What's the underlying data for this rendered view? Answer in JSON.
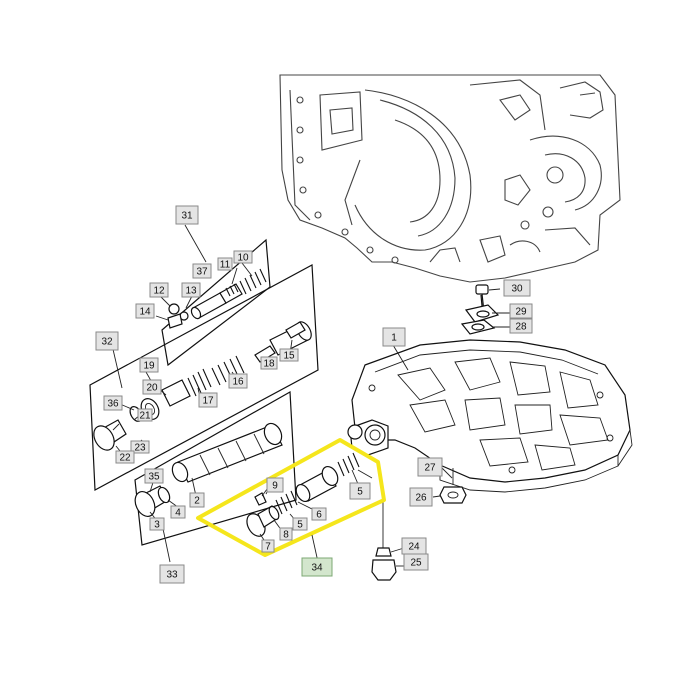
{
  "diagram": {
    "highlight_color": "#f5e61c",
    "labels": [
      {
        "id": "31",
        "text": "31"
      },
      {
        "id": "37",
        "text": "37"
      },
      {
        "id": "11",
        "text": "11"
      },
      {
        "id": "10",
        "text": "10"
      },
      {
        "id": "12",
        "text": "12"
      },
      {
        "id": "13",
        "text": "13"
      },
      {
        "id": "14",
        "text": "14"
      },
      {
        "id": "32",
        "text": "32"
      },
      {
        "id": "19",
        "text": "19"
      },
      {
        "id": "20",
        "text": "20"
      },
      {
        "id": "15",
        "text": "15"
      },
      {
        "id": "18",
        "text": "18"
      },
      {
        "id": "16",
        "text": "16"
      },
      {
        "id": "36",
        "text": "36"
      },
      {
        "id": "17",
        "text": "17"
      },
      {
        "id": "21",
        "text": "21"
      },
      {
        "id": "23",
        "text": "23"
      },
      {
        "id": "22",
        "text": "22"
      },
      {
        "id": "35",
        "text": "35"
      },
      {
        "id": "2",
        "text": "2"
      },
      {
        "id": "4",
        "text": "4"
      },
      {
        "id": "3",
        "text": "3"
      },
      {
        "id": "9",
        "text": "9"
      },
      {
        "id": "6",
        "text": "6"
      },
      {
        "id": "5a",
        "text": "5"
      },
      {
        "id": "5b",
        "text": "5"
      },
      {
        "id": "8",
        "text": "8"
      },
      {
        "id": "7",
        "text": "7"
      },
      {
        "id": "33",
        "text": "33"
      },
      {
        "id": "34",
        "text": "34"
      },
      {
        "id": "1",
        "text": "1"
      },
      {
        "id": "30",
        "text": "30"
      },
      {
        "id": "29",
        "text": "29"
      },
      {
        "id": "28",
        "text": "28"
      },
      {
        "id": "27",
        "text": "27"
      },
      {
        "id": "26",
        "text": "26"
      },
      {
        "id": "24",
        "text": "24"
      },
      {
        "id": "25",
        "text": "25"
      }
    ]
  }
}
